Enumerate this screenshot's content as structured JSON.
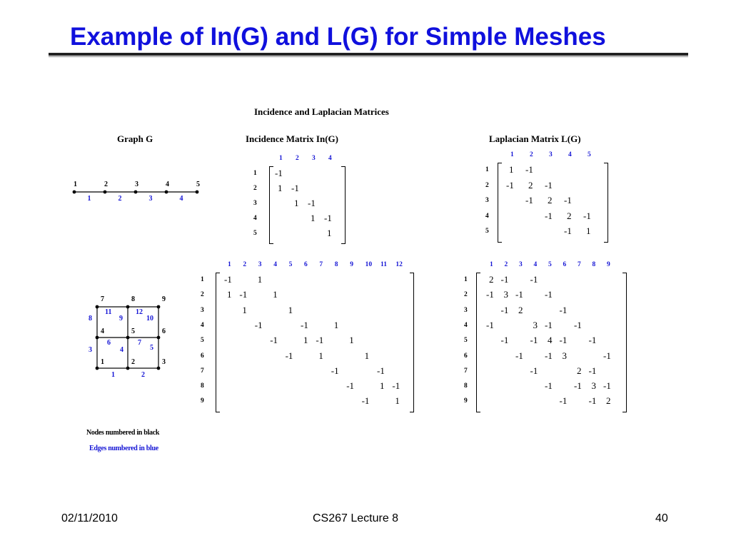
{
  "title": "Example of In(G) and L(G) for Simple Meshes",
  "figure": {
    "heading": "Incidence and Laplacian Matrices",
    "graph_heading": "Graph G",
    "incidence_heading": "Incidence Matrix In(G)",
    "laplacian_heading": "Laplacian Matrix L(G)",
    "legend_nodes": "Nodes numbered in black",
    "legend_edges": "Edges numbered in blue",
    "path_graph": {
      "nodes": [
        "1",
        "2",
        "3",
        "4",
        "5"
      ],
      "edges": [
        "1",
        "2",
        "3",
        "4"
      ]
    },
    "grid_graph": {
      "nodes": [
        "1",
        "2",
        "3",
        "4",
        "5",
        "6",
        "7",
        "8",
        "9"
      ],
      "edges": [
        "1",
        "2",
        "3",
        "4",
        "5",
        "6",
        "7",
        "8",
        "9",
        "10",
        "11",
        "12"
      ]
    },
    "incidence_small": {
      "cols": [
        "1",
        "2",
        "3",
        "4"
      ],
      "rows": [
        "1",
        "2",
        "3",
        "4",
        "5"
      ],
      "cells": [
        [
          "-1",
          "",
          "",
          ""
        ],
        [
          "1",
          "-1",
          "",
          ""
        ],
        [
          "",
          "1",
          "-1",
          ""
        ],
        [
          "",
          "",
          "1",
          "-1"
        ],
        [
          "",
          "",
          "",
          "1"
        ]
      ]
    },
    "laplacian_small": {
      "cols": [
        "1",
        "2",
        "3",
        "4",
        "5"
      ],
      "rows": [
        "1",
        "2",
        "3",
        "4",
        "5"
      ],
      "cells": [
        [
          "1",
          "-1",
          "",
          "",
          ""
        ],
        [
          "-1",
          "2",
          "-1",
          "",
          ""
        ],
        [
          "",
          "-1",
          "2",
          "-1",
          ""
        ],
        [
          "",
          "",
          "-1",
          "2",
          "-1"
        ],
        [
          "",
          "",
          "",
          "-1",
          "1"
        ]
      ]
    },
    "incidence_large": {
      "cols": [
        "1",
        "2",
        "3",
        "4",
        "5",
        "6",
        "7",
        "8",
        "9",
        "10",
        "11",
        "12"
      ],
      "rows": [
        "1",
        "2",
        "3",
        "4",
        "5",
        "6",
        "7",
        "8",
        "9"
      ],
      "cells": [
        [
          "-1",
          "",
          "1",
          "",
          "",
          "",
          "",
          "",
          "",
          "",
          "",
          ""
        ],
        [
          "1",
          "-1",
          "",
          "1",
          "",
          "",
          "",
          "",
          "",
          "",
          "",
          ""
        ],
        [
          "",
          "1",
          "",
          "",
          "1",
          "",
          "",
          "",
          "",
          "",
          "",
          ""
        ],
        [
          "",
          "",
          "-1",
          "",
          "",
          "-1",
          "",
          "1",
          "",
          "",
          "",
          ""
        ],
        [
          "",
          "",
          "",
          "-1",
          "",
          "1",
          "-1",
          "",
          "1",
          "",
          "",
          ""
        ],
        [
          "",
          "",
          "",
          "",
          "-1",
          "",
          "1",
          "",
          "",
          "1",
          "",
          ""
        ],
        [
          "",
          "",
          "",
          "",
          "",
          "",
          "",
          "-1",
          "",
          "",
          "-1",
          ""
        ],
        [
          "",
          "",
          "",
          "",
          "",
          "",
          "",
          "",
          "-1",
          "",
          "1",
          "-1"
        ],
        [
          "",
          "",
          "",
          "",
          "",
          "",
          "",
          "",
          "",
          "-1",
          "",
          "1"
        ]
      ]
    },
    "laplacian_large": {
      "cols": [
        "1",
        "2",
        "3",
        "4",
        "5",
        "6",
        "7",
        "8",
        "9"
      ],
      "rows": [
        "1",
        "2",
        "3",
        "4",
        "5",
        "6",
        "7",
        "8",
        "9"
      ],
      "cells": [
        [
          "2",
          "-1",
          "",
          "-1",
          "",
          "",
          "",
          "",
          ""
        ],
        [
          "-1",
          "3",
          "-1",
          "",
          "-1",
          "",
          "",
          "",
          ""
        ],
        [
          "",
          "-1",
          "2",
          "",
          "",
          "-1",
          "",
          "",
          ""
        ],
        [
          "-1",
          "",
          "",
          "3",
          "-1",
          "",
          "-1",
          "",
          ""
        ],
        [
          "",
          "-1",
          "",
          "-1",
          "4",
          "-1",
          "",
          "-1",
          ""
        ],
        [
          "",
          "",
          "-1",
          "",
          "-1",
          "3",
          "",
          "",
          "-1"
        ],
        [
          "",
          "",
          "",
          "-1",
          "",
          "",
          "2",
          "-1",
          ""
        ],
        [
          "",
          "",
          "",
          "",
          "-1",
          "",
          "-1",
          "3",
          "-1"
        ],
        [
          "",
          "",
          "",
          "",
          "",
          "-1",
          "",
          "-1",
          "2"
        ]
      ]
    }
  },
  "footer": {
    "date": "02/11/2010",
    "course": "CS267 Lecture 8",
    "page": "40"
  }
}
